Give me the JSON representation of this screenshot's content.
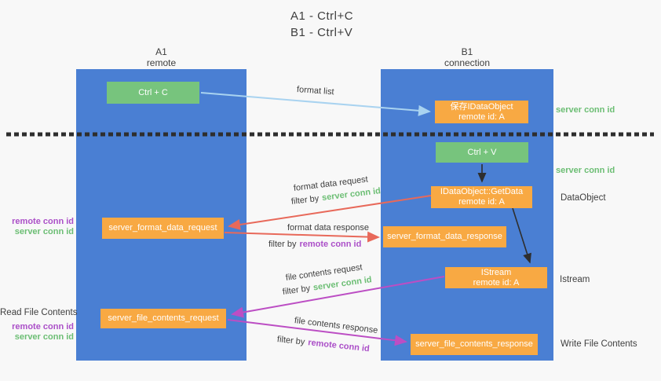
{
  "title": {
    "line1": "A1 - Ctrl+C",
    "line2": "B1 - Ctrl+V"
  },
  "columns": {
    "a": {
      "id": "A1",
      "subtitle": "remote"
    },
    "b": {
      "id": "B1",
      "subtitle": "connection"
    }
  },
  "boxes": {
    "ctrl_c": "Ctrl + C",
    "ctrl_v": "Ctrl + V",
    "save_dataobject": {
      "line1": "保存IDataObject",
      "line2": "remote id: A"
    },
    "getdata": {
      "line1": "IDataObject::GetData",
      "line2": "remote id: A"
    },
    "istream": {
      "line1": "IStream",
      "line2": "remote id: A"
    },
    "server_format_data_request": "server_format_data_request",
    "server_format_data_response": "server_format_data_response",
    "server_file_contents_request": "server_file_contents_request",
    "server_file_contents_response": "server_file_contents_response"
  },
  "flow_labels": {
    "format_list": "format list",
    "format_data_request": "format data request",
    "format_data_response": "format data response",
    "file_contents_request": "file contents request",
    "file_contents_response": "file contents response",
    "filter_by": "filter by",
    "server_conn_id": "server conn id",
    "remote_conn_id": "remote conn id"
  },
  "side_labels": {
    "left": {
      "remote_conn_id": "remote conn id",
      "server_conn_id": "server conn id",
      "read_file_contents": "Read File Contents"
    },
    "right": {
      "server_conn_id": "server conn id",
      "dataobject": "DataObject",
      "istream": "Istream",
      "write_file_contents": "Write File Contents"
    }
  },
  "colors": {
    "panel_blue": "#4a7fd3",
    "box_green": "#77c47d",
    "box_orange": "#f8a943",
    "arrow_red": "#e8695a",
    "arrow_magenta": "#bc4ec4",
    "arrow_light_blue": "#a9d3f0",
    "text_green": "#6cbe74",
    "text_purple": "#ab4fc8",
    "text_dark": "#3e3e3e",
    "background": "#f8f8f8"
  }
}
